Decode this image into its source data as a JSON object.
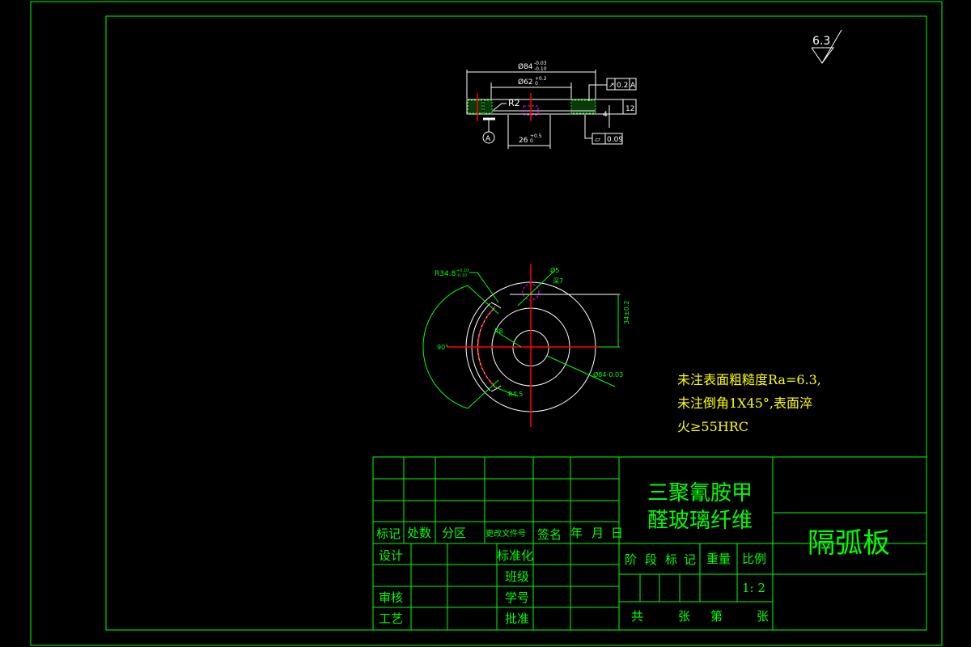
{
  "roughness_symbol": "6.3",
  "side_view": {
    "dim_outer": "Ø84",
    "dim_outer_tol_upper": "-0.03",
    "dim_outer_tol_lower": "-0.10",
    "dim_inner": "Ø62",
    "dim_inner_tol_upper": "+0.2",
    "dim_inner_tol_lower": "0",
    "dim_slot": "26",
    "dim_slot_tol_upper": "+0.5",
    "dim_slot_tol_lower": "0",
    "radius_label": "R2",
    "thickness": "12",
    "step": "4",
    "datum": "A",
    "runout_tolerance": "0.2",
    "runout_datum": "A",
    "flatness_tolerance": "0.09"
  },
  "top_view": {
    "arc_radius": "R34.8",
    "arc_radius_tol_upper": "+0.10",
    "arc_radius_tol_lower": "-0.10",
    "angle": "90°",
    "hole_dim": "Ø5",
    "hole_depth": "深7",
    "inner_radius": "R8",
    "offset_dim": "34±0.2",
    "outer_dia": "Ø84-0.03",
    "slot_radius": "R4.5"
  },
  "notes": [
    "未注表面粗糙度Ra=6.3,",
    "未注倒角1X45°,表面淬",
    "火≥55HRC"
  ],
  "title_block": {
    "material_line1": "三聚氰胺甲",
    "material_line2": "醛玻璃纤维",
    "part_name": "隔弧板",
    "headers": [
      "标记",
      "处数",
      "分区",
      "更改文件号",
      "签名",
      "年",
      "月",
      "日"
    ],
    "design": "设计",
    "standardize": "标准化",
    "class": "班级",
    "review": "审核",
    "student_no": "学号",
    "process": "工艺",
    "approve": "批准",
    "stage_mark": [
      "阶",
      "段",
      "标",
      "记"
    ],
    "weight": "重量",
    "scale_label": "比例",
    "scale": "1: 2",
    "total": "共",
    "sheets1": "张",
    "sheet_no": "第",
    "sheets2": "张"
  },
  "colors": {
    "line": "#00ff00",
    "geometry": "#ffffff",
    "centerline": "#ff0000",
    "hidden": "#ff00ff",
    "note": "#ffff00",
    "background": "#000000"
  }
}
